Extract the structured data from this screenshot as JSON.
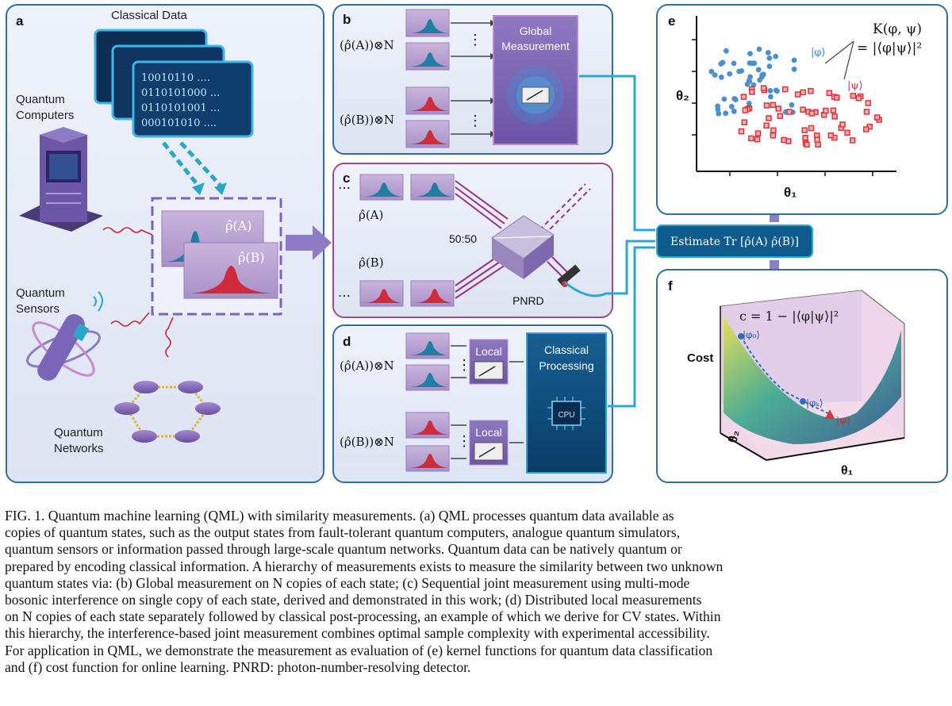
{
  "panels": {
    "a": {
      "letter": "a",
      "classical_data": "Classical Data",
      "binary_lines": [
        "10010110 ....",
        "0110101000 ...",
        "0110101001 ...",
        "000101010 ...."
      ],
      "quantum_computers": [
        "Quantum",
        "Computers"
      ],
      "quantum_sensors": [
        "Quantum",
        "Sensors"
      ],
      "quantum_networks": [
        "Quantum",
        "Networks"
      ],
      "rho_a": "ρ̂(A)",
      "rho_b": "ρ̂(B)"
    },
    "b": {
      "letter": "b",
      "rho_a_n": "(ρ̂(A))⊗N",
      "rho_b_n": "(ρ̂(B))⊗N",
      "box_line1": "Global",
      "box_line2": "Measurement",
      "dots": "⋮"
    },
    "c": {
      "letter": "c",
      "rho_a": "ρ̂(A)",
      "rho_b": "ρ̂(B)",
      "ratio": "50:50",
      "detector": "PNRD",
      "ellipsis": "⋯"
    },
    "d": {
      "letter": "d",
      "rho_a_n": "(ρ̂(A))⊗N",
      "rho_b_n": "(ρ̂(B))⊗N",
      "local_label": "Local",
      "box_line1": "Classical",
      "box_line2": "Processing",
      "cpu": "CPU",
      "dots": "⋮"
    },
    "e": {
      "letter": "e",
      "kernel_line1": "K(φ, ψ)",
      "kernel_line2": "= |⟨φ|ψ⟩|²",
      "phi": "|φ⟩",
      "psi": "|ψ⟩",
      "xlabel": "θ₁",
      "ylabel": "θ₂"
    },
    "f": {
      "letter": "f",
      "cost_eq": "c = 1 − |⟨φ|ψ⟩|²",
      "cost": "Cost",
      "phi0": "|φ₀⟩",
      "phik": "|φₖ⟩",
      "psi": "|ψ⟩",
      "xlabel": "θ₁",
      "ylabel": "θ₂"
    },
    "estimate": "Estimate Tr [ρ̂(A) ρ̂(B)]"
  },
  "colors": {
    "panel_bg": "#e3e9f5",
    "panel_border": "#2f6f9f",
    "panel_c_border": "#a04a8f",
    "blue_state": "#1e7fa3",
    "red_state": "#d12a3a",
    "arrow_blue": "#2aa7d8",
    "dark_box": "#0d4d7a",
    "purple_box": "#8a6bb8",
    "blue_pts": "#4a90d0",
    "red_pts": "#e0323a"
  },
  "caption": {
    "lines": [
      "FIG. 1.   Quantum machine learning (QML) with similarity measurements. (a) QML processes quantum data available as",
      "copies of quantum states, such as the output states from fault-tolerant quantum computers, analogue quantum simulators,",
      "quantum sensors or information passed through large-scale quantum networks. Quantum data can be natively quantum or",
      "prepared by encoding classical information. A hierarchy of measurements exists to measure the similarity between two unknown",
      "quantum states via: (b) Global measurement on N copies of each state; (c) Sequential joint measurement using multi-mode",
      "bosonic interference on single copy of each state, derived and demonstrated in this work; (d) Distributed local measurements",
      "on N copies of each state separately followed by classical post-processing, an example of which we derive for CV states. Within",
      "this hierarchy, the interference-based joint measurement combines optimal sample complexity with experimental accessibility.",
      "For application in QML, we demonstrate the measurement as evaluation of (e) kernel functions for quantum data classification",
      "and (f) cost function for online learning. PNRD: photon-number-resolving detector."
    ]
  }
}
